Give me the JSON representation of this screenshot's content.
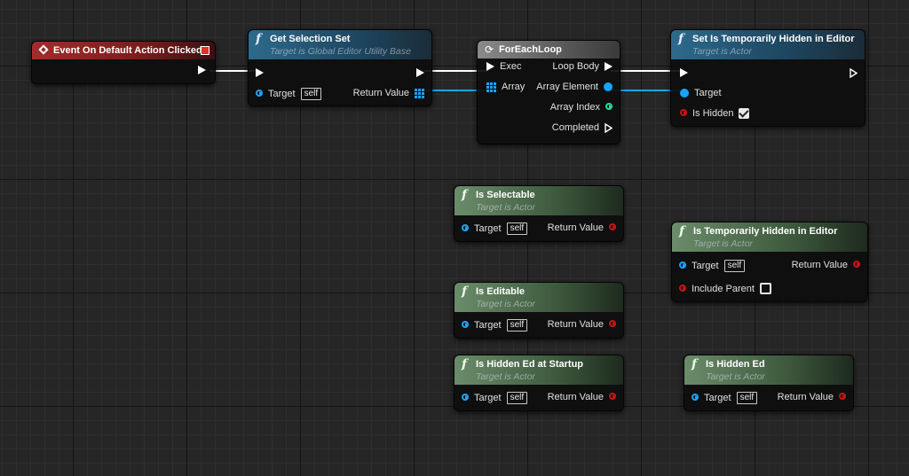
{
  "nodes": {
    "event": {
      "title": "Event On Default Action Clicked"
    },
    "get_selection": {
      "title": "Get Selection Set",
      "subtitle": "Target is Global Editor Utility Base",
      "target": "Target",
      "self": "self",
      "return": "Return Value"
    },
    "foreach": {
      "title": "ForEachLoop",
      "exec": "Exec",
      "loop_body": "Loop Body",
      "array": "Array",
      "array_element": "Array Element",
      "array_index": "Array Index",
      "completed": "Completed"
    },
    "set_hidden": {
      "title": "Set Is Temporarily Hidden in Editor",
      "subtitle": "Target is Actor",
      "target": "Target",
      "is_hidden": "Is Hidden",
      "is_hidden_value": true
    },
    "is_selectable": {
      "title": "Is Selectable",
      "subtitle": "Target is Actor",
      "target": "Target",
      "self": "self",
      "return": "Return Value"
    },
    "is_editable": {
      "title": "Is Editable",
      "subtitle": "Target is Actor",
      "target": "Target",
      "self": "self",
      "return": "Return Value"
    },
    "is_hidden_startup": {
      "title": "Is Hidden Ed at Startup",
      "subtitle": "Target is Actor",
      "target": "Target",
      "self": "self",
      "return": "Return Value"
    },
    "is_temp_hidden": {
      "title": "Is Temporarily Hidden in Editor",
      "subtitle": "Target is Actor",
      "target": "Target",
      "self": "self",
      "return": "Return Value",
      "include_parent": "Include Parent",
      "include_parent_value": false
    },
    "is_hidden_ed": {
      "title": "Is Hidden Ed",
      "subtitle": "Target is Actor",
      "target": "Target",
      "self": "self",
      "return": "Return Value"
    }
  },
  "colors": {
    "exec_wire": "#ffffff",
    "object_wire": "#1aa4ff",
    "bool_pin": "#c41616",
    "int_pin": "#1ee0a0"
  }
}
